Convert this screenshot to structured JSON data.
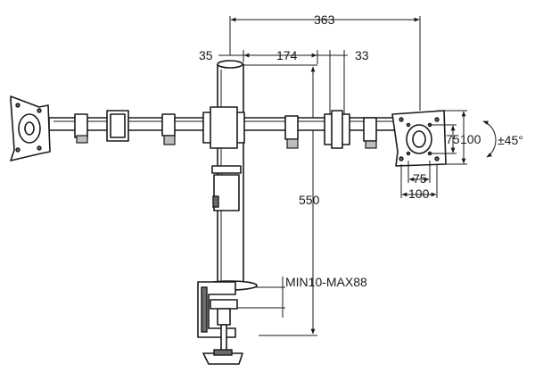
{
  "dimensions": {
    "top_width": "363",
    "pole_diameter": "35",
    "pole_to_plate_a": "174",
    "plate_depth": "33",
    "height": "550",
    "plate_small": "75",
    "plate_large": "100",
    "vesa_small_vertical": "75",
    "vesa_large_vertical": "100",
    "tilt": "±45°",
    "clamp_range": "MIN10-MAX88"
  }
}
